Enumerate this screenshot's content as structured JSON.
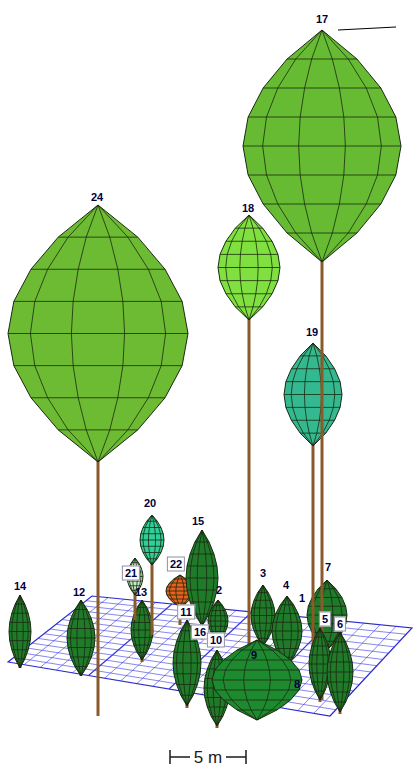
{
  "diagram": {
    "labels": [
      "24",
      "17",
      "18",
      "19",
      "20",
      "21",
      "22",
      "15",
      "2",
      "3",
      "4",
      "1",
      "7",
      "5",
      "6",
      "14",
      "12",
      "13",
      "11",
      "16",
      "10",
      "9",
      "8",
      "5 m"
    ]
  }
}
